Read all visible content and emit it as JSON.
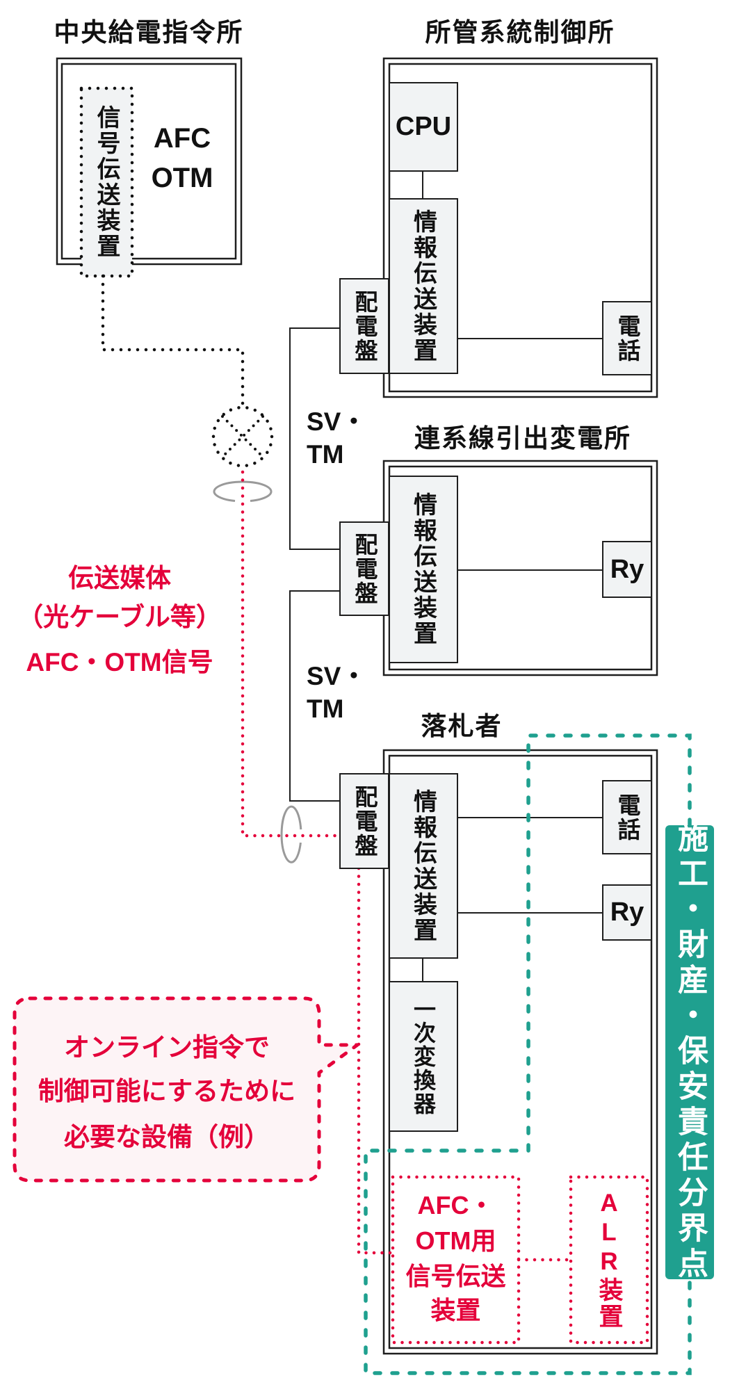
{
  "colors": {
    "line": "#1e1e1e",
    "device_fill": "#f1f3f4",
    "signal_red": "#e4003a",
    "boundary_teal": "#1fa08f",
    "cable_ring": "#9a9a9a",
    "callout_fill": "#fdf4f6"
  },
  "central_dispatch": {
    "title": "中央給電指令所",
    "signal_device": "信号伝送装置",
    "afc": "AFC",
    "otm": "OTM"
  },
  "control_center": {
    "title": "所管系統制御所",
    "cpu": "CPU",
    "info_device": "情報伝送装置",
    "switchboard": "配電盤",
    "telephone": "電話"
  },
  "link_1": {
    "line1": "SV・",
    "line2": "TM"
  },
  "substation": {
    "title": "連系線引出変電所",
    "info_device": "情報伝送装置",
    "switchboard": "配電盤",
    "relay": "Ry"
  },
  "link_2": {
    "line1": "SV・",
    "line2": "TM"
  },
  "bidder": {
    "title": "落札者",
    "switchboard": "配電盤",
    "info_device": "情報伝送装置",
    "telephone": "電話",
    "relay": "Ry",
    "converter": "一次変換器",
    "afc_otm_device": [
      "AFC・",
      "OTM用",
      "信号伝送",
      "装置"
    ],
    "alr_device": "ALR装置"
  },
  "transmission_medium": [
    "伝送媒体",
    "（光ケーブル等）",
    "AFC・OTM信号"
  ],
  "callout": [
    "オンライン指令で",
    "制御可能にするために",
    "必要な設備（例）"
  ],
  "boundary_label": "施工・財産・保安責任分界点"
}
